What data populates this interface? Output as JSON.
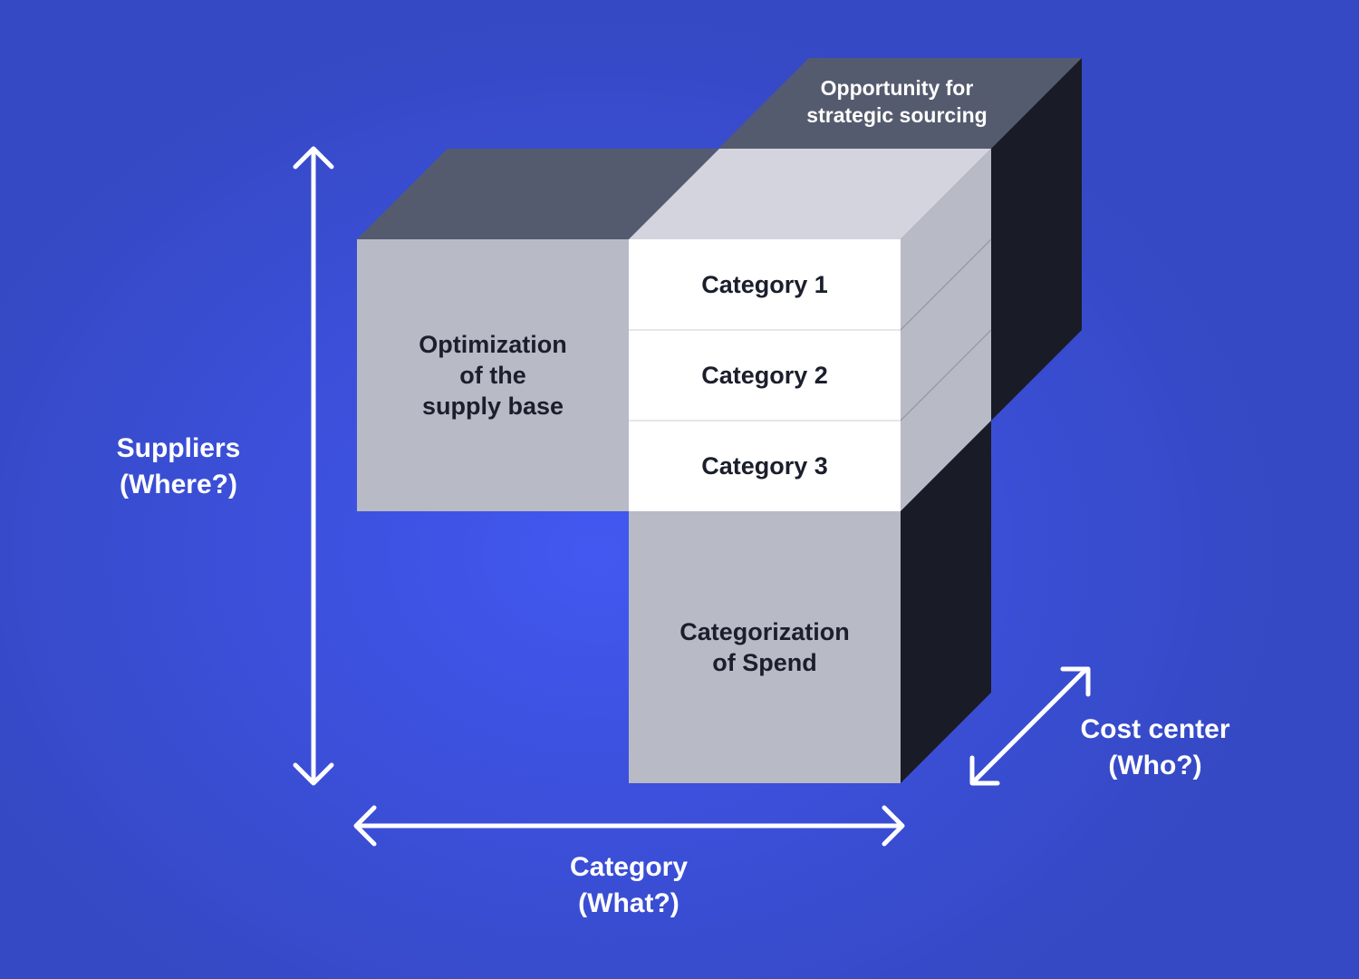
{
  "diagram": {
    "top_label": "Opportunity for\nstrategic sourcing",
    "left_block_label": "Optimization\nof the\nsupply base",
    "categories": [
      "Category 1",
      "Category 2",
      "Category 3"
    ],
    "bottom_block_label": "Categorization\nof Spend",
    "axes": {
      "suppliers": "Suppliers\n(Where?)",
      "category": "Category\n(What?)",
      "cost_center": "Cost center\n(Who?)"
    }
  },
  "colors": {
    "background": "#3c50dc",
    "light_face": "#b8bac6",
    "lightest_face": "#d3d4dd",
    "top_dark_face": "#555b6e",
    "side_dark_face": "#191c27",
    "category_face": "#ffffff",
    "arrow": "#ffffff"
  }
}
